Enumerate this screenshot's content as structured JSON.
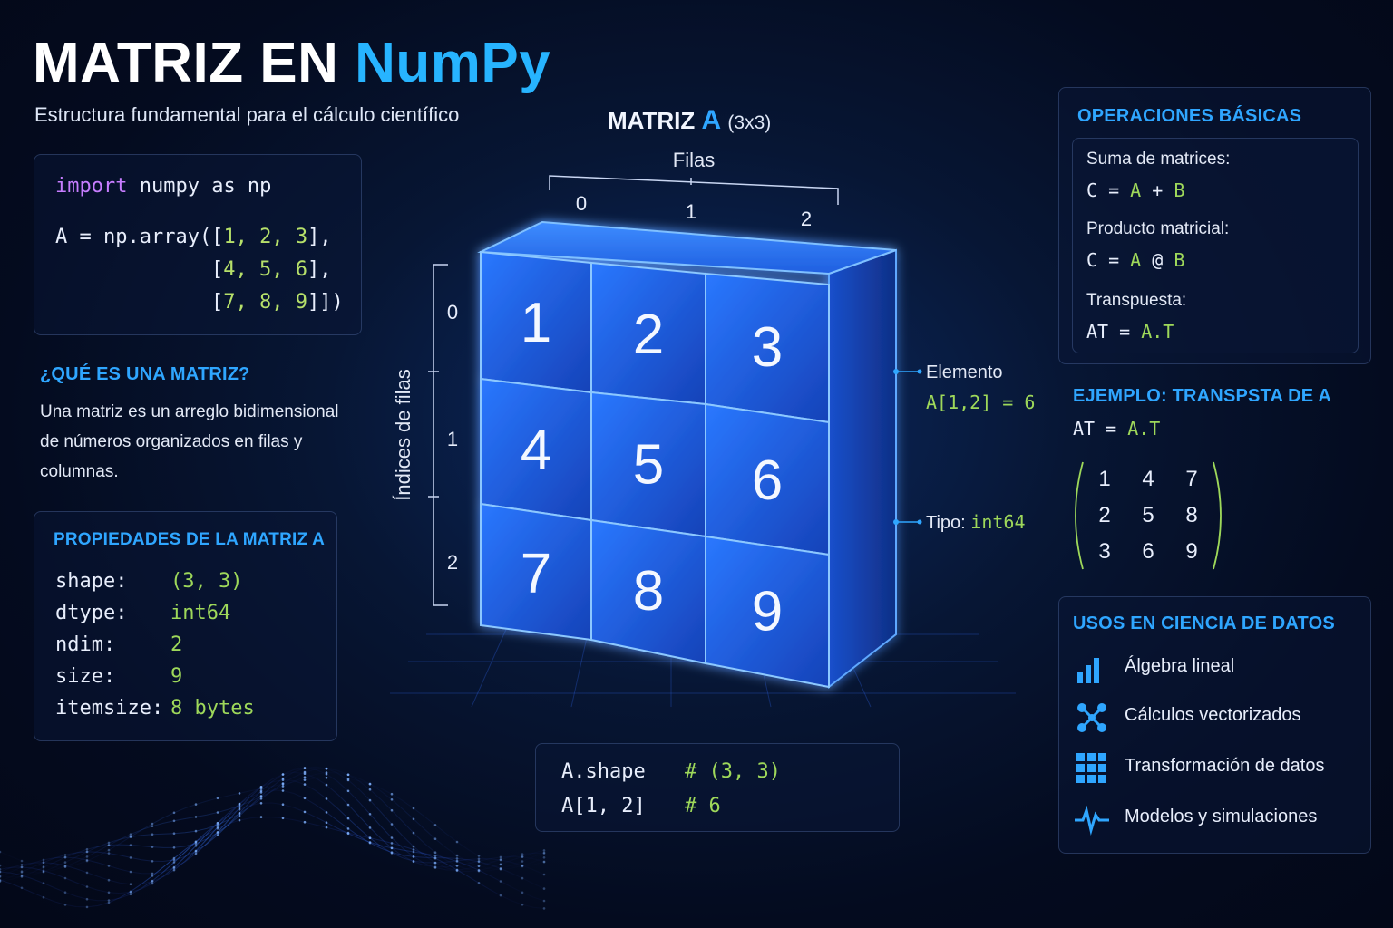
{
  "header": {
    "title_prefix": "MATRIZ EN ",
    "title_accent": "NumPy",
    "subtitle": "Estructura fundamental para el cálculo científico"
  },
  "code": {
    "line1_kw": "import",
    "line1_rest": " numpy as np",
    "line2_start": "A = np.array([",
    "line2_nums": "1, 2, 3",
    "line2_end": "],",
    "line3_start": "[",
    "line3_nums": "4, 5, 6",
    "line3_end": "],",
    "line4_start": "[",
    "line4_nums": "7, 8, 9",
    "line4_end": "]])"
  },
  "definition": {
    "title": "¿QUÉ ES UNA MATRIZ?",
    "text": "Una matriz es un arreglo bidimensional de números organizados en filas y columnas."
  },
  "properties": {
    "title": "PROPIEDADES DE LA MATRIZ A",
    "rows": [
      {
        "key": "shape:",
        "value": "(3, 3)"
      },
      {
        "key": "dtype:",
        "value": "int64"
      },
      {
        "key": "ndim:",
        "value": "2"
      },
      {
        "key": "size:",
        "value": "9"
      },
      {
        "key": "itemsize:",
        "value": "8 bytes"
      }
    ]
  },
  "matrix": {
    "title_prefix": "MATRIZ ",
    "title_letter": "A",
    "title_dim": "(3x3)",
    "cols_label": "Filas",
    "col_indices": [
      "0",
      "1",
      "2"
    ],
    "rows_label": "Índices de filas",
    "row_indices": [
      "0",
      "1",
      "2"
    ],
    "cells": [
      "1",
      "2",
      "3",
      "4",
      "5",
      "6",
      "7",
      "8",
      "9"
    ],
    "callout_element_label": "Elemento",
    "callout_element_code": "A[1,2] = 6",
    "callout_type_label": "Tipo: ",
    "callout_type_value": "int64"
  },
  "shape_box": {
    "line1_code": "A.shape",
    "line1_comment": "# (3, 3)",
    "line2_code": "A[1, 2]",
    "line2_comment": "# 6"
  },
  "operations": {
    "title": "OPERACIONES BÁSICAS",
    "items": [
      {
        "label": "Suma de matrices:",
        "lhs": "C",
        "eq": " = ",
        "rhs1": "A",
        "op": " + ",
        "rhs2": "B"
      },
      {
        "label": "Producto matricial:",
        "lhs": "C",
        "eq": " = ",
        "rhs1": "A",
        "op": " @ ",
        "rhs2": "B"
      },
      {
        "label": "Transpuesta:",
        "lhs": "AT",
        "eq": " = ",
        "rhs1": "A.T",
        "op": "",
        "rhs2": ""
      }
    ]
  },
  "transpose_example": {
    "title": "EJEMPLO: TRANSPSTA DE A",
    "code_lhs": "AT",
    "code_eq": " = ",
    "code_rhs": "A.T",
    "values": [
      "1",
      "4",
      "7",
      "2",
      "5",
      "8",
      "3",
      "6",
      "9"
    ]
  },
  "uses": {
    "title": "USOS EN CIENCIA DE DATOS",
    "items": [
      {
        "icon": "bar-chart-icon",
        "label": "Álgebra lineal"
      },
      {
        "icon": "network-nodes-icon",
        "label": "Cálculos vectorizados"
      },
      {
        "icon": "grid-icon",
        "label": "Transformación de datos"
      },
      {
        "icon": "pulse-wave-icon",
        "label": "Modelos y simulaciones"
      }
    ]
  },
  "colors": {
    "background": "#040b1f",
    "accent_blue": "#2fa6ff",
    "code_green": "#9ed85a",
    "keyword_purple": "#c77dff",
    "cube_blue": "#1e5fe0"
  }
}
